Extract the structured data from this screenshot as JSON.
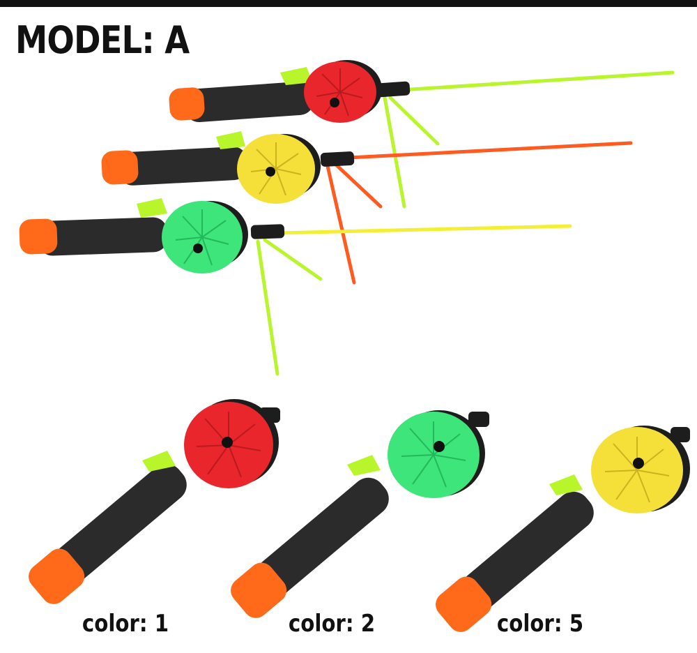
{
  "title": "MODEL: A",
  "colors": {
    "handle": "#2b2b2b",
    "end_cap": "#ff6a1a",
    "red_reel": "#e8262b",
    "yellow_reel": "#f5e03a",
    "green_reel": "#3ee57a",
    "lime_rod": "#b8f52a",
    "orange_rod": "#ff5a1f",
    "yellow_rod": "#f3ef35"
  },
  "top_rods": [
    {
      "reel_color": "#e8262b",
      "rod_color": "#b8f52a"
    },
    {
      "reel_color": "#f5e03a",
      "rod_color": "#ff5a1f"
    },
    {
      "reel_color": "#3ee57a",
      "rod_color": "#f3ef35"
    }
  ],
  "variants": [
    {
      "label": "color: 1",
      "reel_color": "#e8262b"
    },
    {
      "label": "color: 2",
      "reel_color": "#3ee57a"
    },
    {
      "label": "color: 5",
      "reel_color": "#f5e03a"
    }
  ]
}
